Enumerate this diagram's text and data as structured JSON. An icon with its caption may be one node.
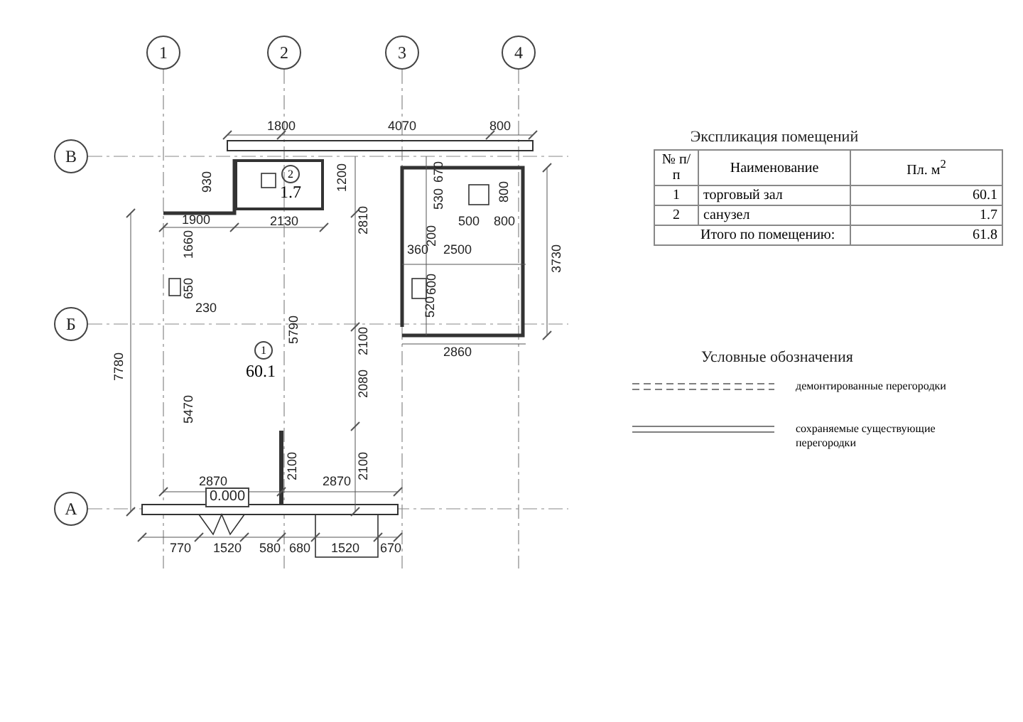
{
  "diagram": {
    "nodes": [
      {
        "text": [
          "2",
          "1.7"
        ]
      },
      {
        "text": [
          "1",
          "60.1"
        ]
      }
    ],
    "labels": [
      "1",
      "2",
      "3",
      "4",
      "1800",
      "4070",
      "800",
      "Экспликация помещений",
      "№ п/п",
      "Наименование",
      "Пл. м$^{2}$",
      "1",
      "торговый зал",
      "60.1",
      "2",
      "санузел",
      "1.7",
      "Итого по помещению:",
      "61.8",
      "В",
      "930",
      "1200",
      "670",
      "530",
      "800",
      "2810",
      "1900",
      "2130",
      "500",
      "800",
      "1660",
      "200",
      "360",
      "2500",
      "3730",
      "650",
      "600",
      "520",
      "230",
      "Б",
      "5790",
      "2100",
      "2860",
      "Условные обозначения",
      "7780",
      "2080",
      "5470",
      "2100",
      "2100",
      "2870",
      "2870",
      "0.000",
      "А",
      "770",
      "1520",
      "580",
      "680",
      "1520",
      "670"
    ],
    "legend": [
      {
        "text": "демонтированные перегородки"
      },
      {
        "text": "сохраняемые существующие перегородки"
      }
    ]
  }
}
